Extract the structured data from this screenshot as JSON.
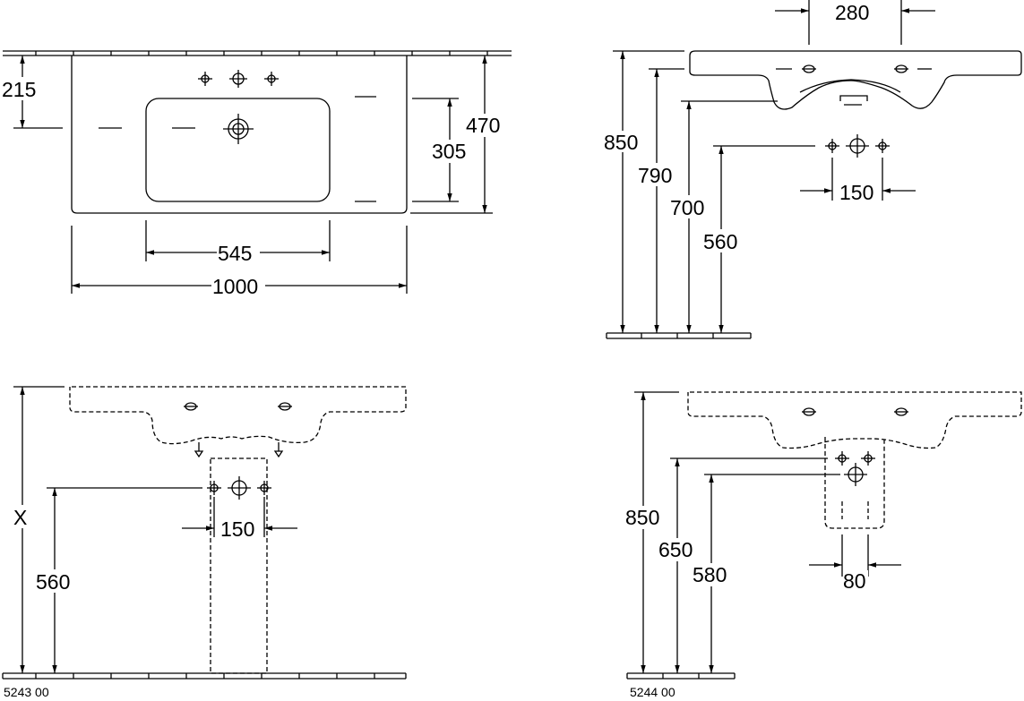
{
  "top_left_view": {
    "dim_basin_width": "545",
    "dim_overall_width": "1000",
    "dim_tap_offset": "215",
    "dim_basin_depth": "305",
    "dim_overall_depth": "470"
  },
  "top_right_view": {
    "dim_tap_spacing": "280",
    "dim_rim_height": "850",
    "dim_underside_height": "790",
    "dim_basin_bottom_height": "700",
    "dim_waste_height": "560",
    "dim_waste_spacing": "150"
  },
  "bottom_left_view": {
    "dim_variable_height": "X",
    "dim_waste_height": "560",
    "dim_waste_spacing": "150",
    "product_code": "5243 00"
  },
  "bottom_right_view": {
    "dim_rim_height": "850",
    "dim_upper_pipe_height": "650",
    "dim_lower_pipe_height": "580",
    "dim_pipe_spacing": "80",
    "product_code": "5244 00"
  },
  "colors": {
    "line": "#000000",
    "background": "#ffffff"
  }
}
